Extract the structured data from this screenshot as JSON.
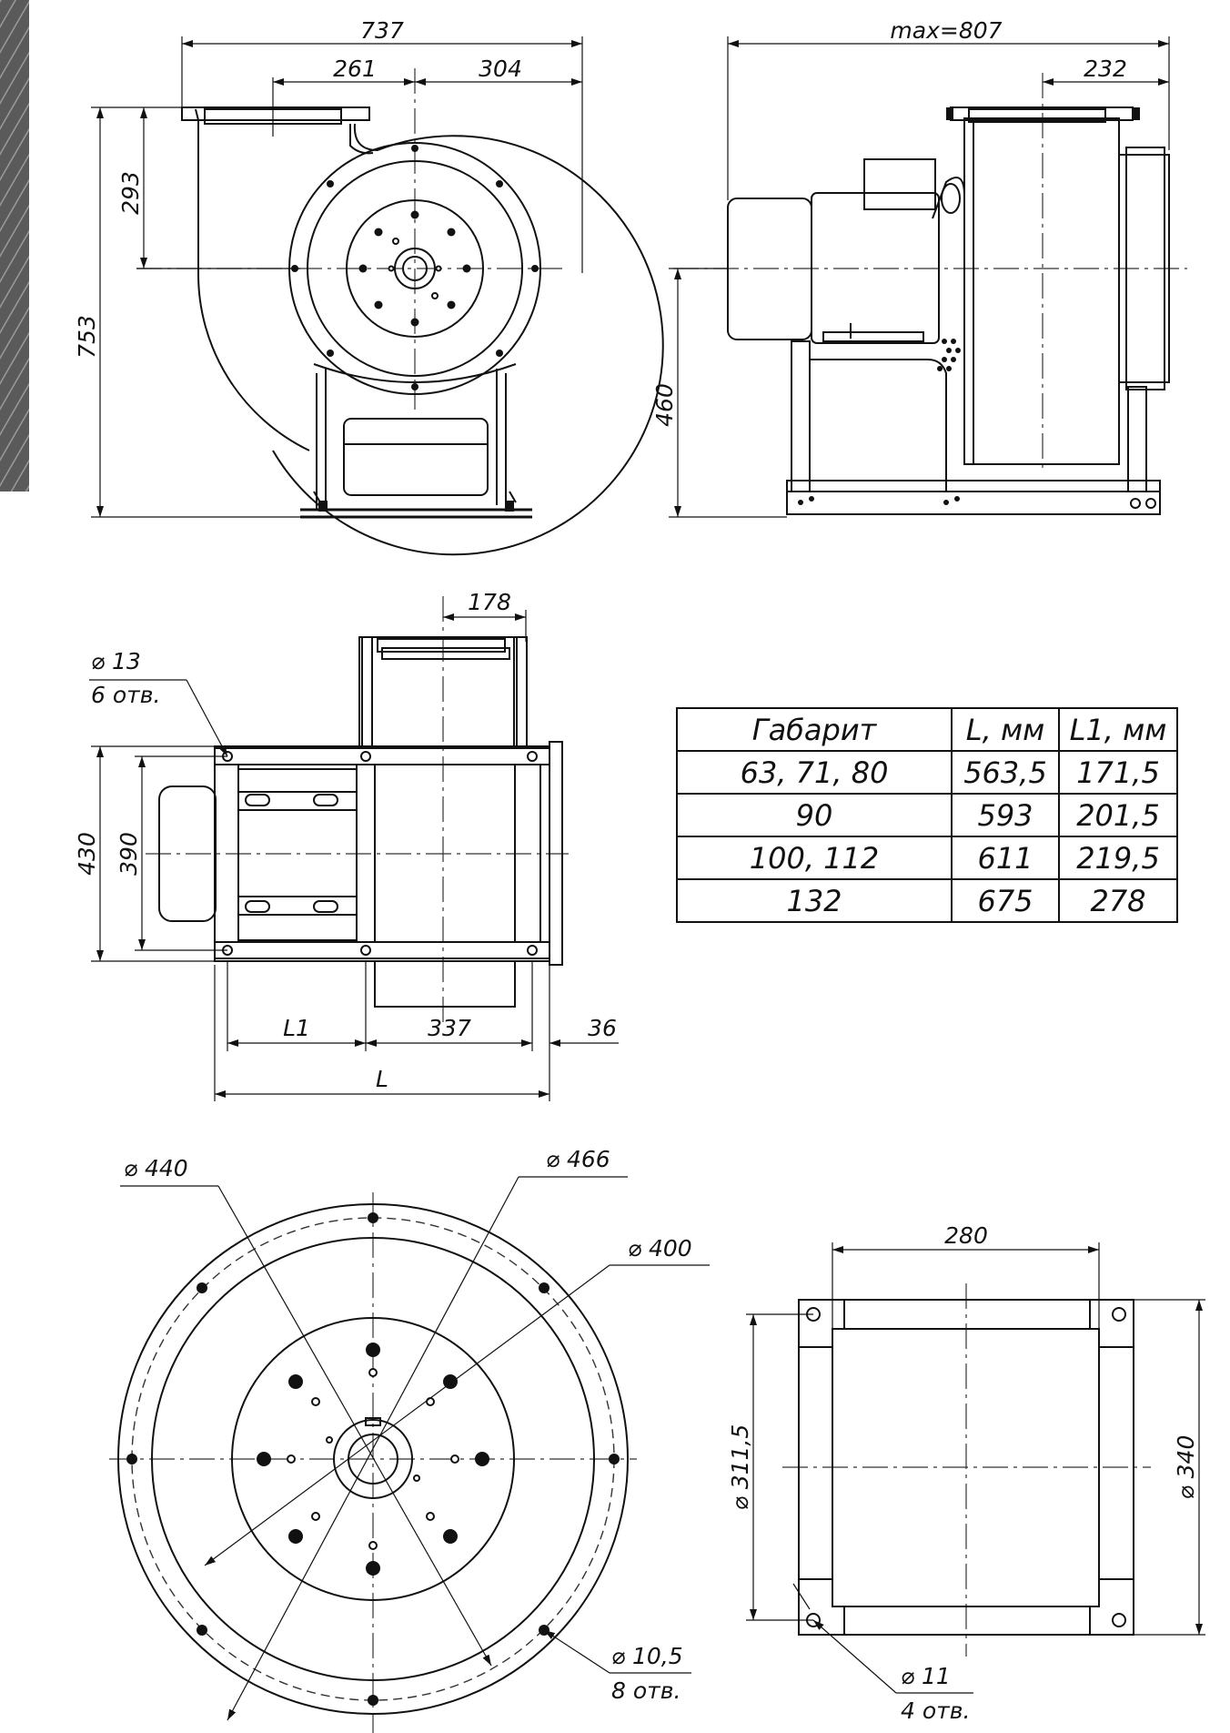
{
  "dimensions": {
    "front_width": "737",
    "front_left": "261",
    "front_right": "304",
    "front_height": "753",
    "front_axis": "293",
    "side_width": "max=807",
    "side_outlet": "232",
    "side_axis": "460",
    "top_outlet": "178",
    "top_width_outer": "430",
    "top_width_inner": "390",
    "top_holes_size": "⌀ 13",
    "top_holes_count": "6 отв.",
    "top_L1": "L1",
    "top_mid": "337",
    "top_right": "36",
    "top_L": "L",
    "flange_d1": "⌀ 440",
    "flange_d2": "⌀ 466",
    "flange_d3": "⌀ 400",
    "flange_holes_size": "⌀ 10,5",
    "flange_holes_count": "8 отв.",
    "outlet_width": "280",
    "outlet_inner": "⌀ 311,5",
    "outlet_outer": "⌀ 340",
    "outlet_holes_size": "⌀ 11",
    "outlet_holes_count": "4 отв."
  },
  "table": {
    "headers": [
      "Габарит",
      "L, мм",
      "L1, мм"
    ],
    "rows": [
      [
        "63, 71, 80",
        "563,5",
        "171,5"
      ],
      [
        "90",
        "593",
        "201,5"
      ],
      [
        "100, 112",
        "611",
        "219,5"
      ],
      [
        "132",
        "675",
        "278"
      ]
    ]
  }
}
